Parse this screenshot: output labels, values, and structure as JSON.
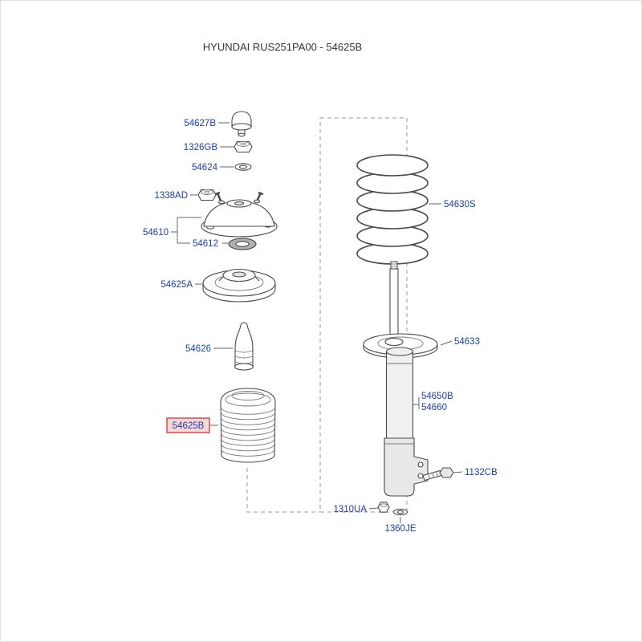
{
  "title": "HYUNDAI RUS251PA00 - 54625B",
  "colors": {
    "label": "#1a3faa",
    "line": "#4a4a4a",
    "highlight_fill": "#f8d7d7",
    "highlight_border": "#d04545",
    "highlight_text": "#c22525"
  },
  "labels": {
    "cap": "54627B",
    "lock_nut": "1326GB",
    "washer": "54624",
    "mount_nut": "1338AD",
    "strut_mount": "54610",
    "bearing": "54612",
    "upper_spring_seat": "54625A",
    "bump_stopper": "54626",
    "dust_cover": "54625B",
    "coil_spring": "54630S",
    "lower_spring_seat": "54633",
    "strut_front": "54650B",
    "strut_front_alt": "54660",
    "bracket_bolt": "1132CB",
    "flange_nut": "1310UA",
    "plain_washer": "1360JE"
  }
}
